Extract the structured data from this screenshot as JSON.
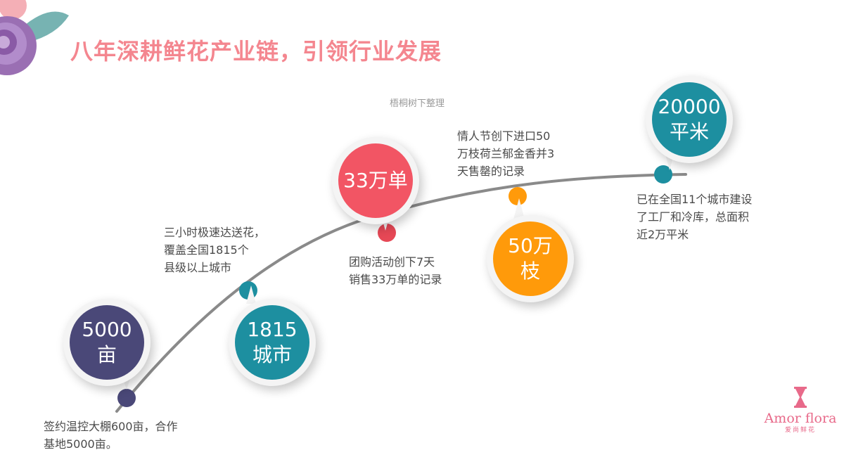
{
  "title": "八年深耕鲜花产业链，引领行业发展",
  "credit": "梧桐树下整理",
  "milestones": [
    {
      "value_line1": "5000",
      "value_line2": "亩",
      "color": "#4a4878",
      "description": "签约温控大棚600亩，合作\n基地5000亩。"
    },
    {
      "value_line1": "1815",
      "value_line2": "城市",
      "color": "#1d8fa0",
      "description": "三小时极速达送花，\n覆盖全国1815个\n县级以上城市"
    },
    {
      "value_line1": "33万单",
      "value_line2": "",
      "color": "#f25564",
      "description": "团购活动创下7天\n销售33万单的记录"
    },
    {
      "value_line1": "50万",
      "value_line2": "枝",
      "color": "#ff9a0a",
      "description": "情人节创下进口50\n万枝荷兰郁金香并3\n天售罄的记录"
    },
    {
      "value_line1": "20000",
      "value_line2": "平米",
      "color": "#1d8fa0",
      "description": "已在全国11个城市建设\n了工厂和冷库，总面积\n近2万平米"
    }
  ],
  "logo": {
    "name": "Amor flora",
    "subtitle": "爱尚鲜花",
    "color": "#e86a8a"
  },
  "curve_color": "#8a8a8a"
}
